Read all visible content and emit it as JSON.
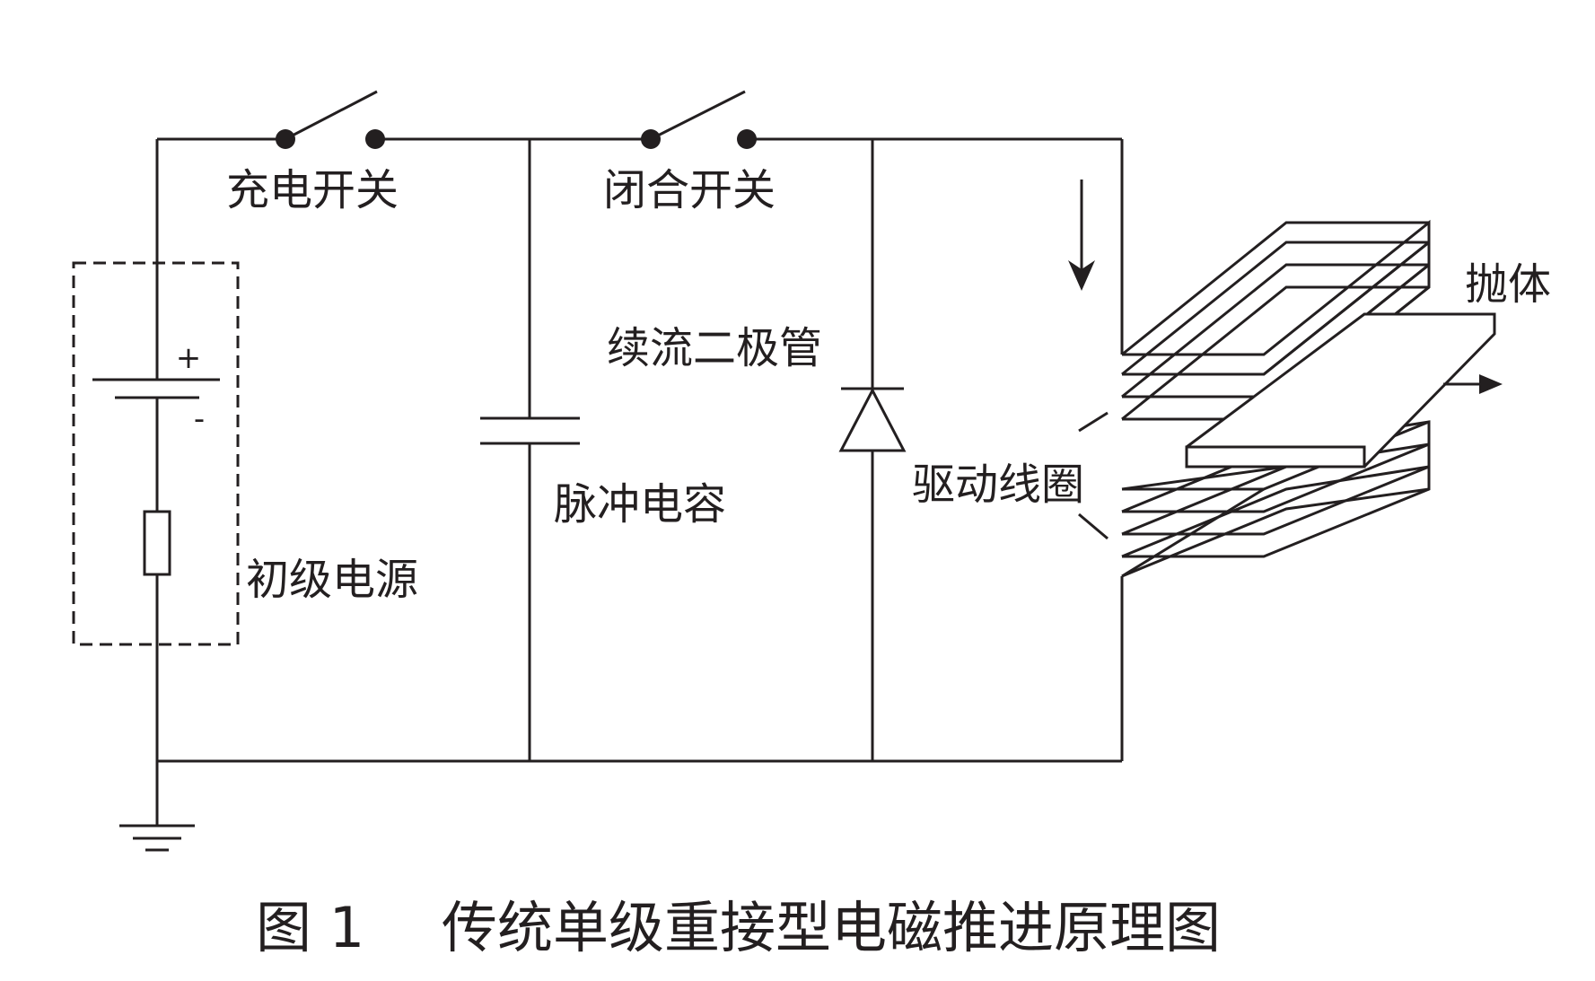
{
  "diagram": {
    "labels": {
      "charge_switch": "充电开关",
      "close_switch": "闭合开关",
      "freewheel_diode": "续流二极管",
      "pulse_capacitor": "脉冲电容",
      "primary_source": "初级电源",
      "drive_coil": "驱动线圈",
      "projectile": "抛体",
      "plus_sign": "+",
      "minus_sign": "-"
    },
    "caption": {
      "figure_number": "图 1",
      "title": "传统单级重接型电磁推进原理图"
    },
    "colors": {
      "line": "#231f20",
      "background": "#ffffff"
    },
    "icons": [
      "battery-icon",
      "resistor-icon",
      "capacitor-icon",
      "diode-icon",
      "ground-icon",
      "switch-icon",
      "arrow-icon"
    ]
  }
}
